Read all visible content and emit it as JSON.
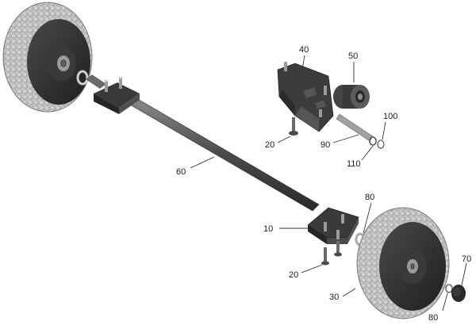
{
  "diagram": {
    "callouts": [
      {
        "id": "axle",
        "label": "60"
      },
      {
        "id": "bracket-left",
        "label": "10"
      },
      {
        "id": "bracket-right",
        "label": "40"
      },
      {
        "id": "roller",
        "label": "50"
      },
      {
        "id": "pin",
        "label": "90"
      },
      {
        "id": "washer-100",
        "label": "100"
      },
      {
        "id": "washer-110",
        "label": "110"
      },
      {
        "id": "screw-upper",
        "label": "20"
      },
      {
        "id": "screw-lower",
        "label": "20"
      },
      {
        "id": "washer-80-inner",
        "label": "80"
      },
      {
        "id": "washer-80-outer",
        "label": "80"
      },
      {
        "id": "wheel",
        "label": "30"
      },
      {
        "id": "hubcap",
        "label": "70"
      }
    ]
  }
}
